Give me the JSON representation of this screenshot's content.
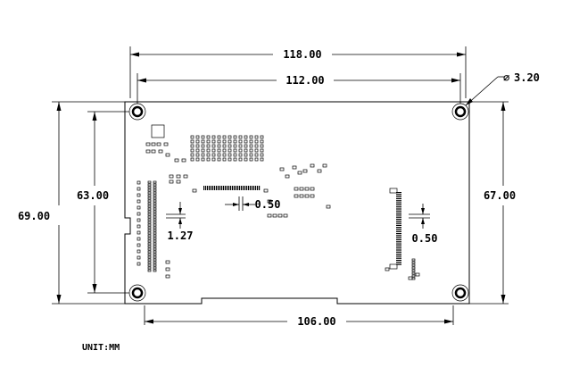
{
  "dimensions": {
    "width_outer": "118.00",
    "width_holes": "112.00",
    "width_bottom": "106.00",
    "height_outer": "69.00",
    "height_holes_left": "63.00",
    "height_holes_right": "67.00",
    "hole_diameter": "3.20",
    "pitch_left": "1.27",
    "pitch_center": "0.50",
    "pitch_right": "0.50"
  },
  "symbols": {
    "diameter": "∅"
  },
  "unit_label": "UNIT:MM"
}
